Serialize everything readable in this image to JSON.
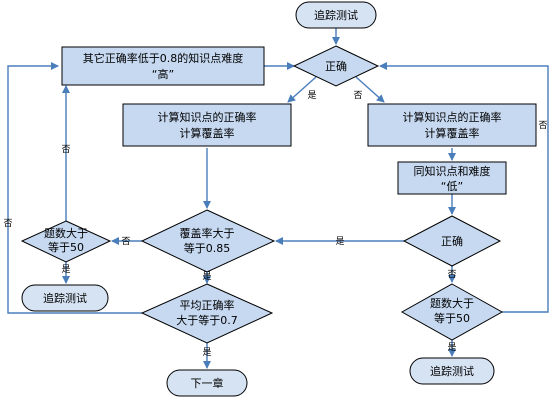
{
  "colors": {
    "node_fill": "#c6d9f1",
    "terminal_fill": "#d6e3f3",
    "edge": "#4a7ebb",
    "border": "#000000"
  },
  "nodes": {
    "start": "追踪测试",
    "correct_top": "正确",
    "raise_difficulty_line1": "其它正确率低于0.8的知识点难度",
    "raise_difficulty_line2": "“高”",
    "compute_left_line1": "计算知识点的正确率",
    "compute_left_line2": "计算覆盖率",
    "compute_right_line1": "计算知识点的正确率",
    "compute_right_line2": "计算覆盖率",
    "same_low_line1": "同知识点和难度",
    "same_low_line2": "“低”",
    "correct_right": "正确",
    "coverage_line1": "覆盖率大于",
    "coverage_line2": "等于0.85",
    "count_left_line1": "题数大于",
    "count_left_line2": "等于50",
    "trace_left": "追踪测试",
    "avg_line1": "平均正确率",
    "avg_line2": "大于等于0.7",
    "next_chapter": "下一章",
    "count_right_line1": "题数大于",
    "count_right_line2": "等于50",
    "trace_right": "追踪测试"
  },
  "edge_labels": {
    "top_yes": "是",
    "top_no": "否",
    "left_loop_no": "否",
    "far_left_no": "否",
    "right_loop_no": "否",
    "correct_right_yes": "是",
    "correct_right_no": "否",
    "coverage_no": "否",
    "coverage_yes": "是",
    "count_left_yes": "是",
    "avg_yes": "是",
    "count_right_yes": "是"
  }
}
